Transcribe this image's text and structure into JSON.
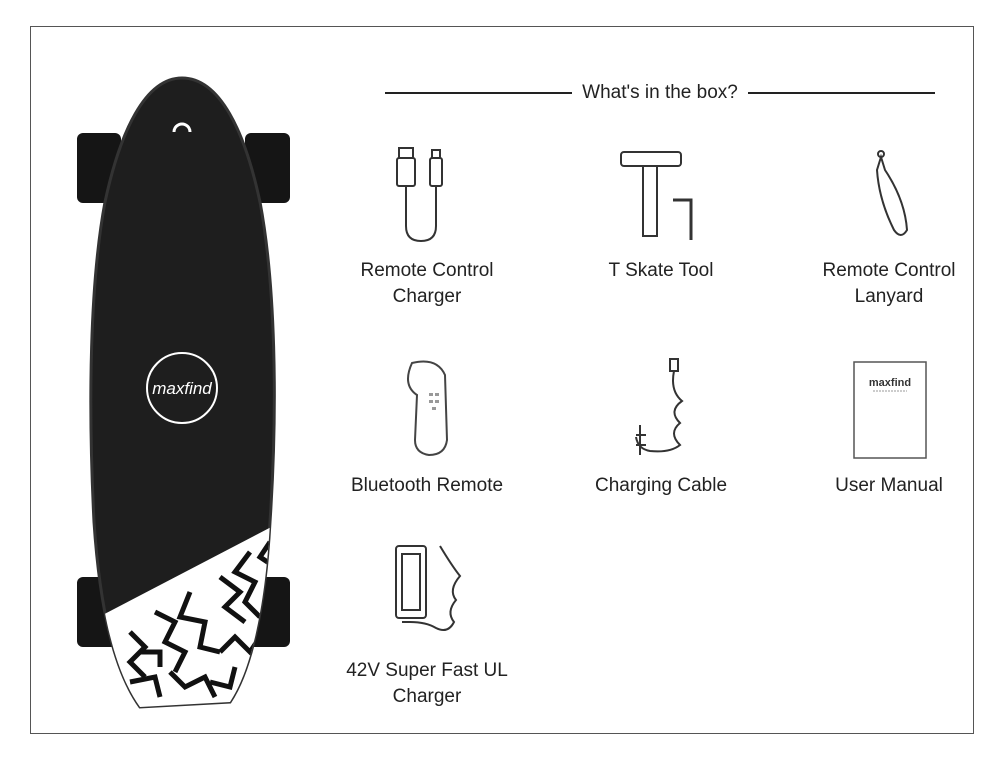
{
  "header": {
    "title": "What's in the box?"
  },
  "brand": {
    "logo_text": "maxfind",
    "manual_logo_text": "maxfind"
  },
  "items": [
    {
      "label_line1": "Remote Control",
      "label_line2": "Charger",
      "icon": "usb-cable-icon"
    },
    {
      "label_line1": "T Skate Tool",
      "label_line2": "",
      "icon": "t-tool-icon"
    },
    {
      "label_line1": "Remote Control",
      "label_line2": "Lanyard",
      "icon": "lanyard-icon"
    },
    {
      "label_line1": "Bluetooth Remote",
      "label_line2": "",
      "icon": "remote-icon"
    },
    {
      "label_line1": "Charging Cable",
      "label_line2": "",
      "icon": "charging-cable-icon"
    },
    {
      "label_line1": "User Manual",
      "label_line2": "",
      "icon": "manual-icon"
    },
    {
      "label_line1": "42V Super Fast UL",
      "label_line2": "Charger",
      "icon": "power-adapter-icon"
    }
  ],
  "colors": {
    "deck": "#1e1e1e",
    "wheel": "#151515",
    "text": "#222222"
  }
}
